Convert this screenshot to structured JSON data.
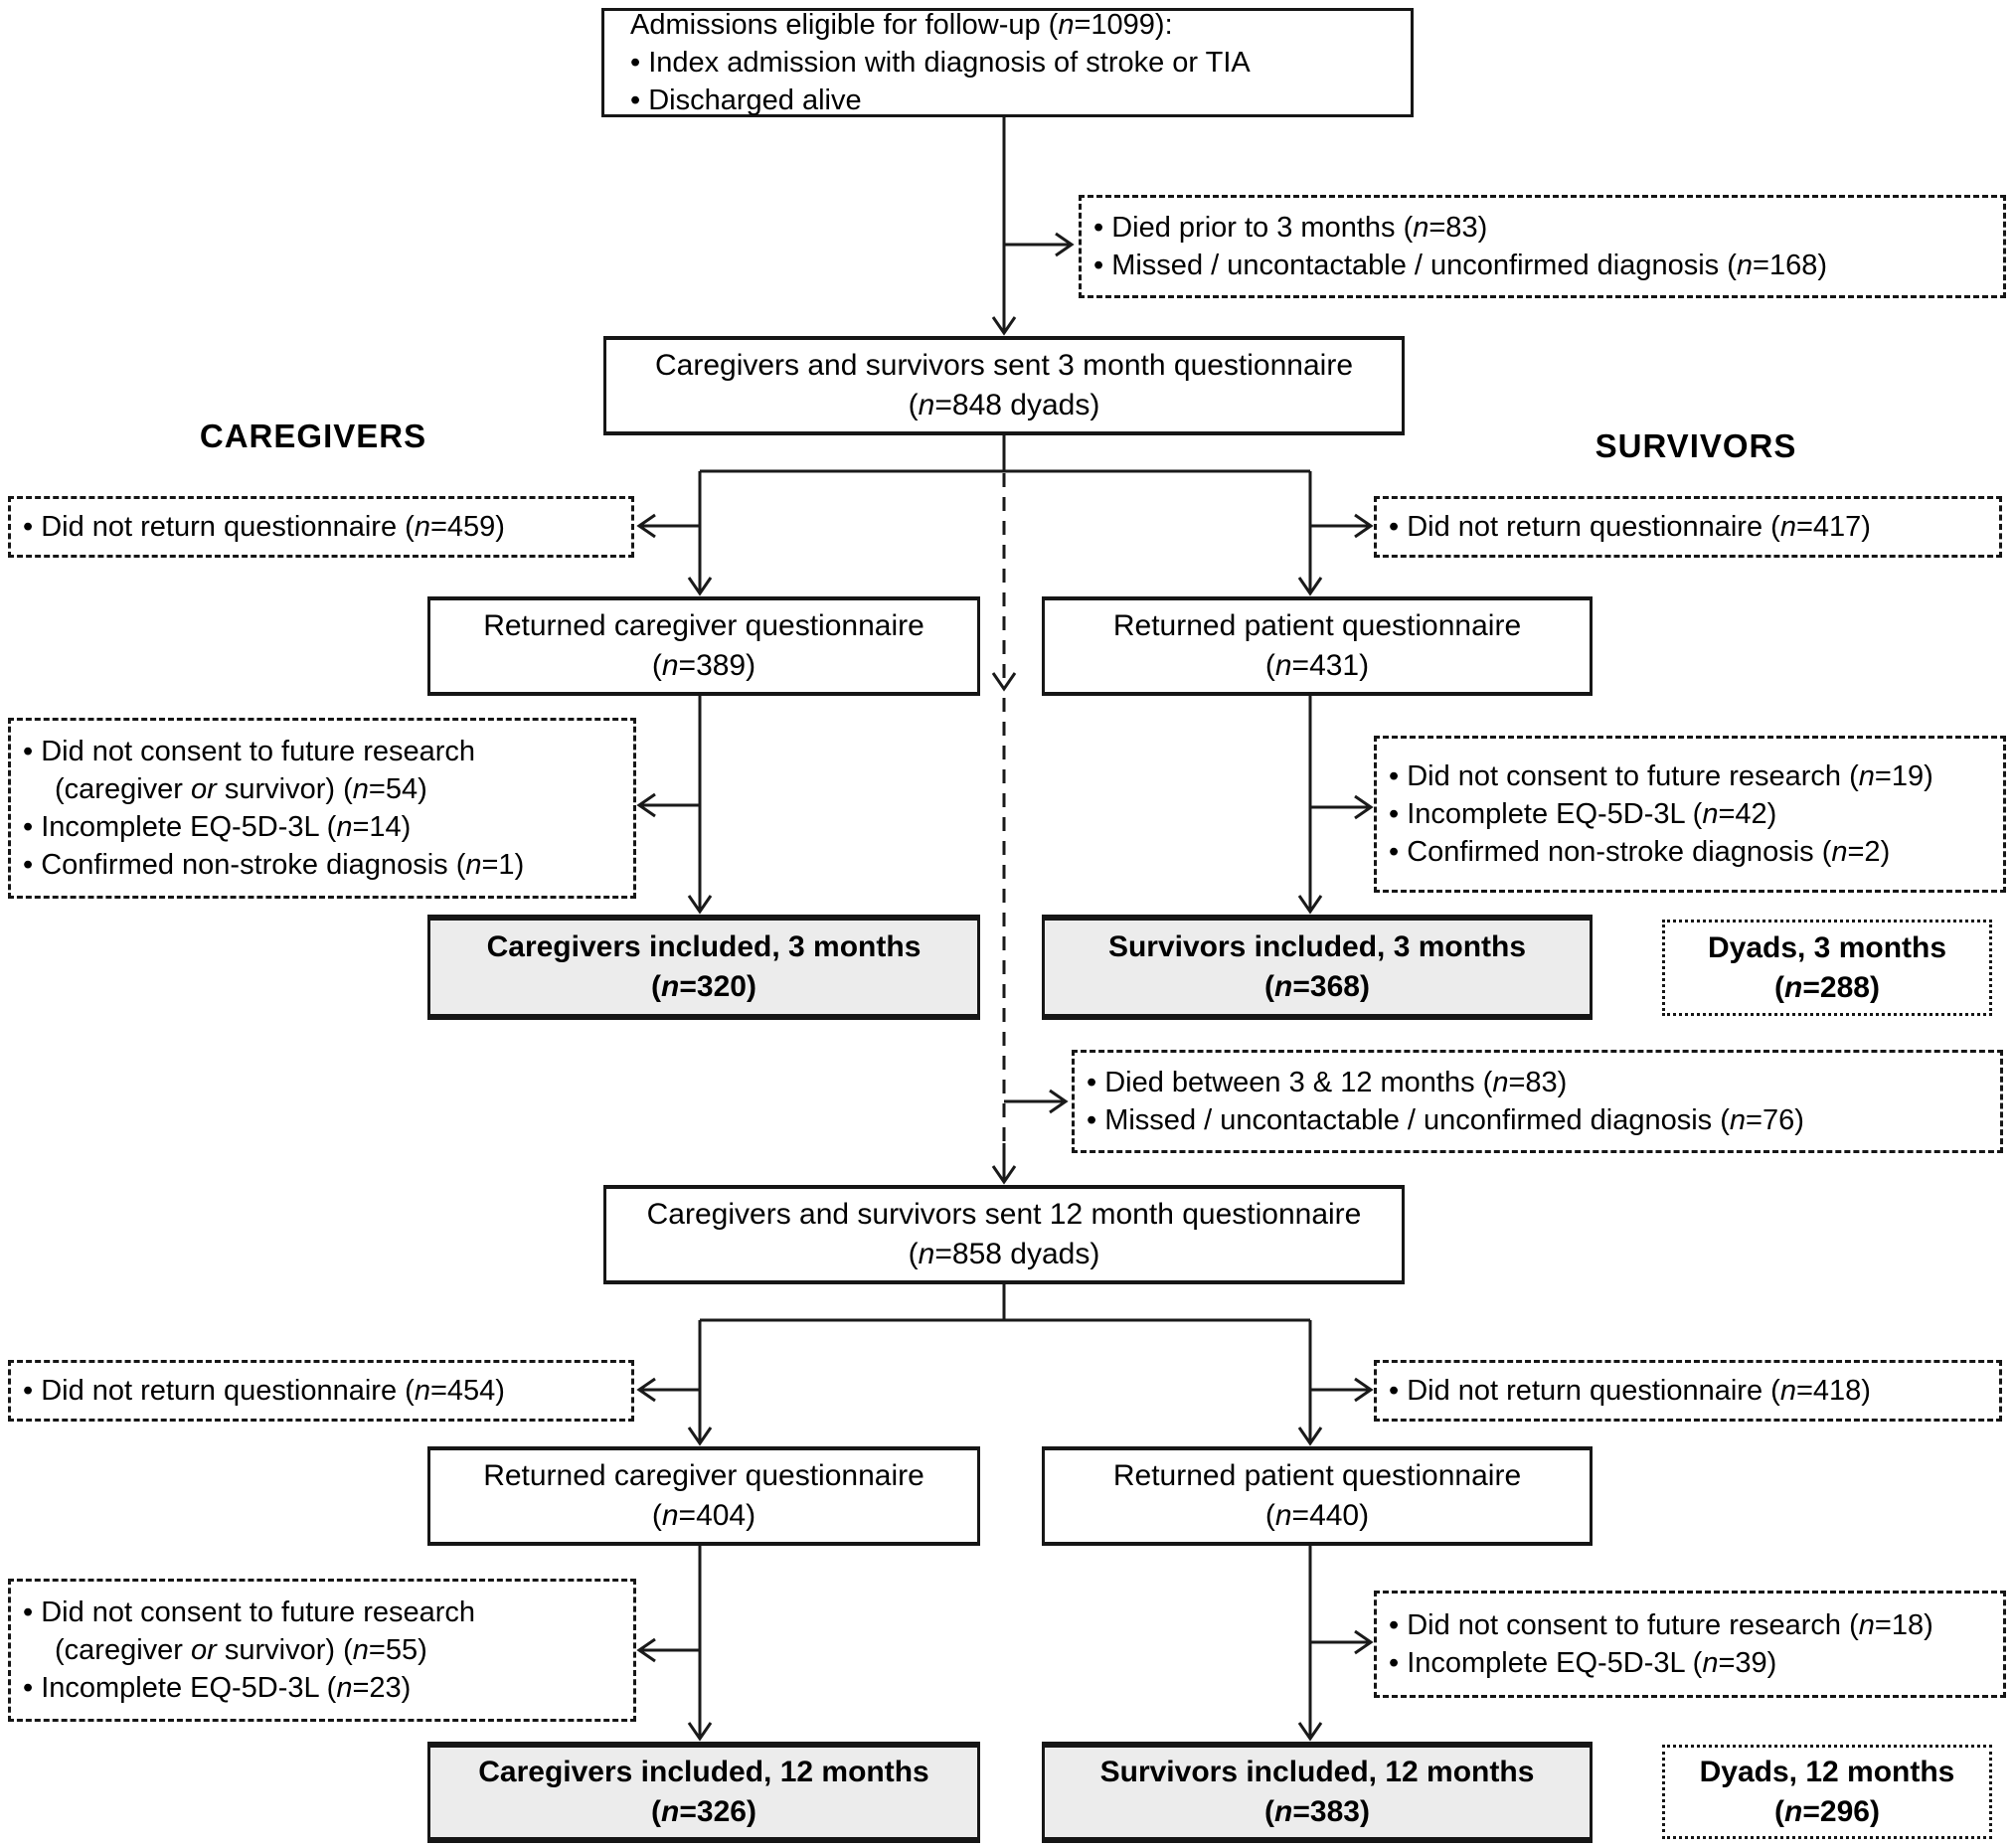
{
  "figure": {
    "column_labels": {
      "caregivers": "CAREGIVERS",
      "survivors": "SURVIVORS"
    },
    "colors": {
      "line": "#1a1a1a",
      "included_fill": "#ececec"
    },
    "nodes": {
      "admissions": {
        "lines": [
          "Admissions eligible for follow-up (*n*=1099):",
          "• Index admission with diagnosis of stroke or TIA",
          "• Discharged alive"
        ]
      },
      "died_pre_3m": {
        "lines": [
          "• Died prior to 3 months (*n*=83)",
          "• Missed / uncontactable / unconfirmed diagnosis (*n*=168)"
        ]
      },
      "sent_3m": {
        "lines": [
          "Caregivers and survivors sent 3 month questionnaire",
          "(*n*=848 dyads)"
        ]
      },
      "cg_no_return_3m": {
        "lines": [
          "• Did not return questionnaire (*n*=459)"
        ]
      },
      "sv_no_return_3m": {
        "lines": [
          "• Did not return questionnaire (*n*=417)"
        ]
      },
      "cg_returned_3m": {
        "lines": [
          "Returned caregiver questionnaire",
          "(*n*=389)"
        ]
      },
      "sv_returned_3m": {
        "lines": [
          "Returned patient questionnaire",
          "(*n*=431)"
        ]
      },
      "cg_excluded_3m": {
        "lines": [
          "• Did not consent to future research",
          "(caregiver *or* survivor) (*n*=54)",
          "• Incomplete EQ-5D-3L (*n*=14)",
          "• Confirmed non-stroke diagnosis (*n*=1)"
        ]
      },
      "sv_excluded_3m": {
        "lines": [
          "• Did not consent to future research (*n*=19)",
          "• Incomplete EQ-5D-3L (*n*=42)",
          "• Confirmed non-stroke diagnosis (*n*=2)"
        ]
      },
      "cg_included_3m": {
        "lines": [
          "Caregivers included, 3 months",
          "(*n*=320)"
        ]
      },
      "sv_included_3m": {
        "lines": [
          "Survivors included, 3 months",
          "(*n*=368)"
        ]
      },
      "dyads_3m": {
        "lines": [
          "Dyads, 3 months",
          "(*n*=288)"
        ]
      },
      "died_3_12m": {
        "lines": [
          "• Died between 3 & 12 months (*n*=83)",
          "• Missed / uncontactable / unconfirmed diagnosis (*n*=76)"
        ]
      },
      "sent_12m": {
        "lines": [
          "Caregivers and survivors sent 12 month questionnaire",
          "(*n*=858 dyads)"
        ]
      },
      "cg_no_return_12m": {
        "lines": [
          "• Did not return questionnaire (*n*=454)"
        ]
      },
      "sv_no_return_12m": {
        "lines": [
          "• Did not return questionnaire (*n*=418)"
        ]
      },
      "cg_returned_12m": {
        "lines": [
          "Returned caregiver questionnaire",
          "(*n*=404)"
        ]
      },
      "sv_returned_12m": {
        "lines": [
          "Returned patient questionnaire",
          "(*n*=440)"
        ]
      },
      "cg_excluded_12m": {
        "lines": [
          "• Did not consent to future research",
          "(caregiver *or* survivor) (*n*=55)",
          "• Incomplete EQ-5D-3L (*n*=23)"
        ]
      },
      "sv_excluded_12m": {
        "lines": [
          "• Did not consent to future research (*n*=18)",
          "• Incomplete EQ-5D-3L (*n*=39)"
        ]
      },
      "cg_included_12m": {
        "lines": [
          "Caregivers included, 12 months",
          "(*n*=326)"
        ]
      },
      "sv_included_12m": {
        "lines": [
          "Survivors included, 12 months",
          "(*n*=383)"
        ]
      },
      "dyads_12m": {
        "lines": [
          "Dyads, 12 months",
          "(*n*=296)"
        ]
      }
    }
  }
}
